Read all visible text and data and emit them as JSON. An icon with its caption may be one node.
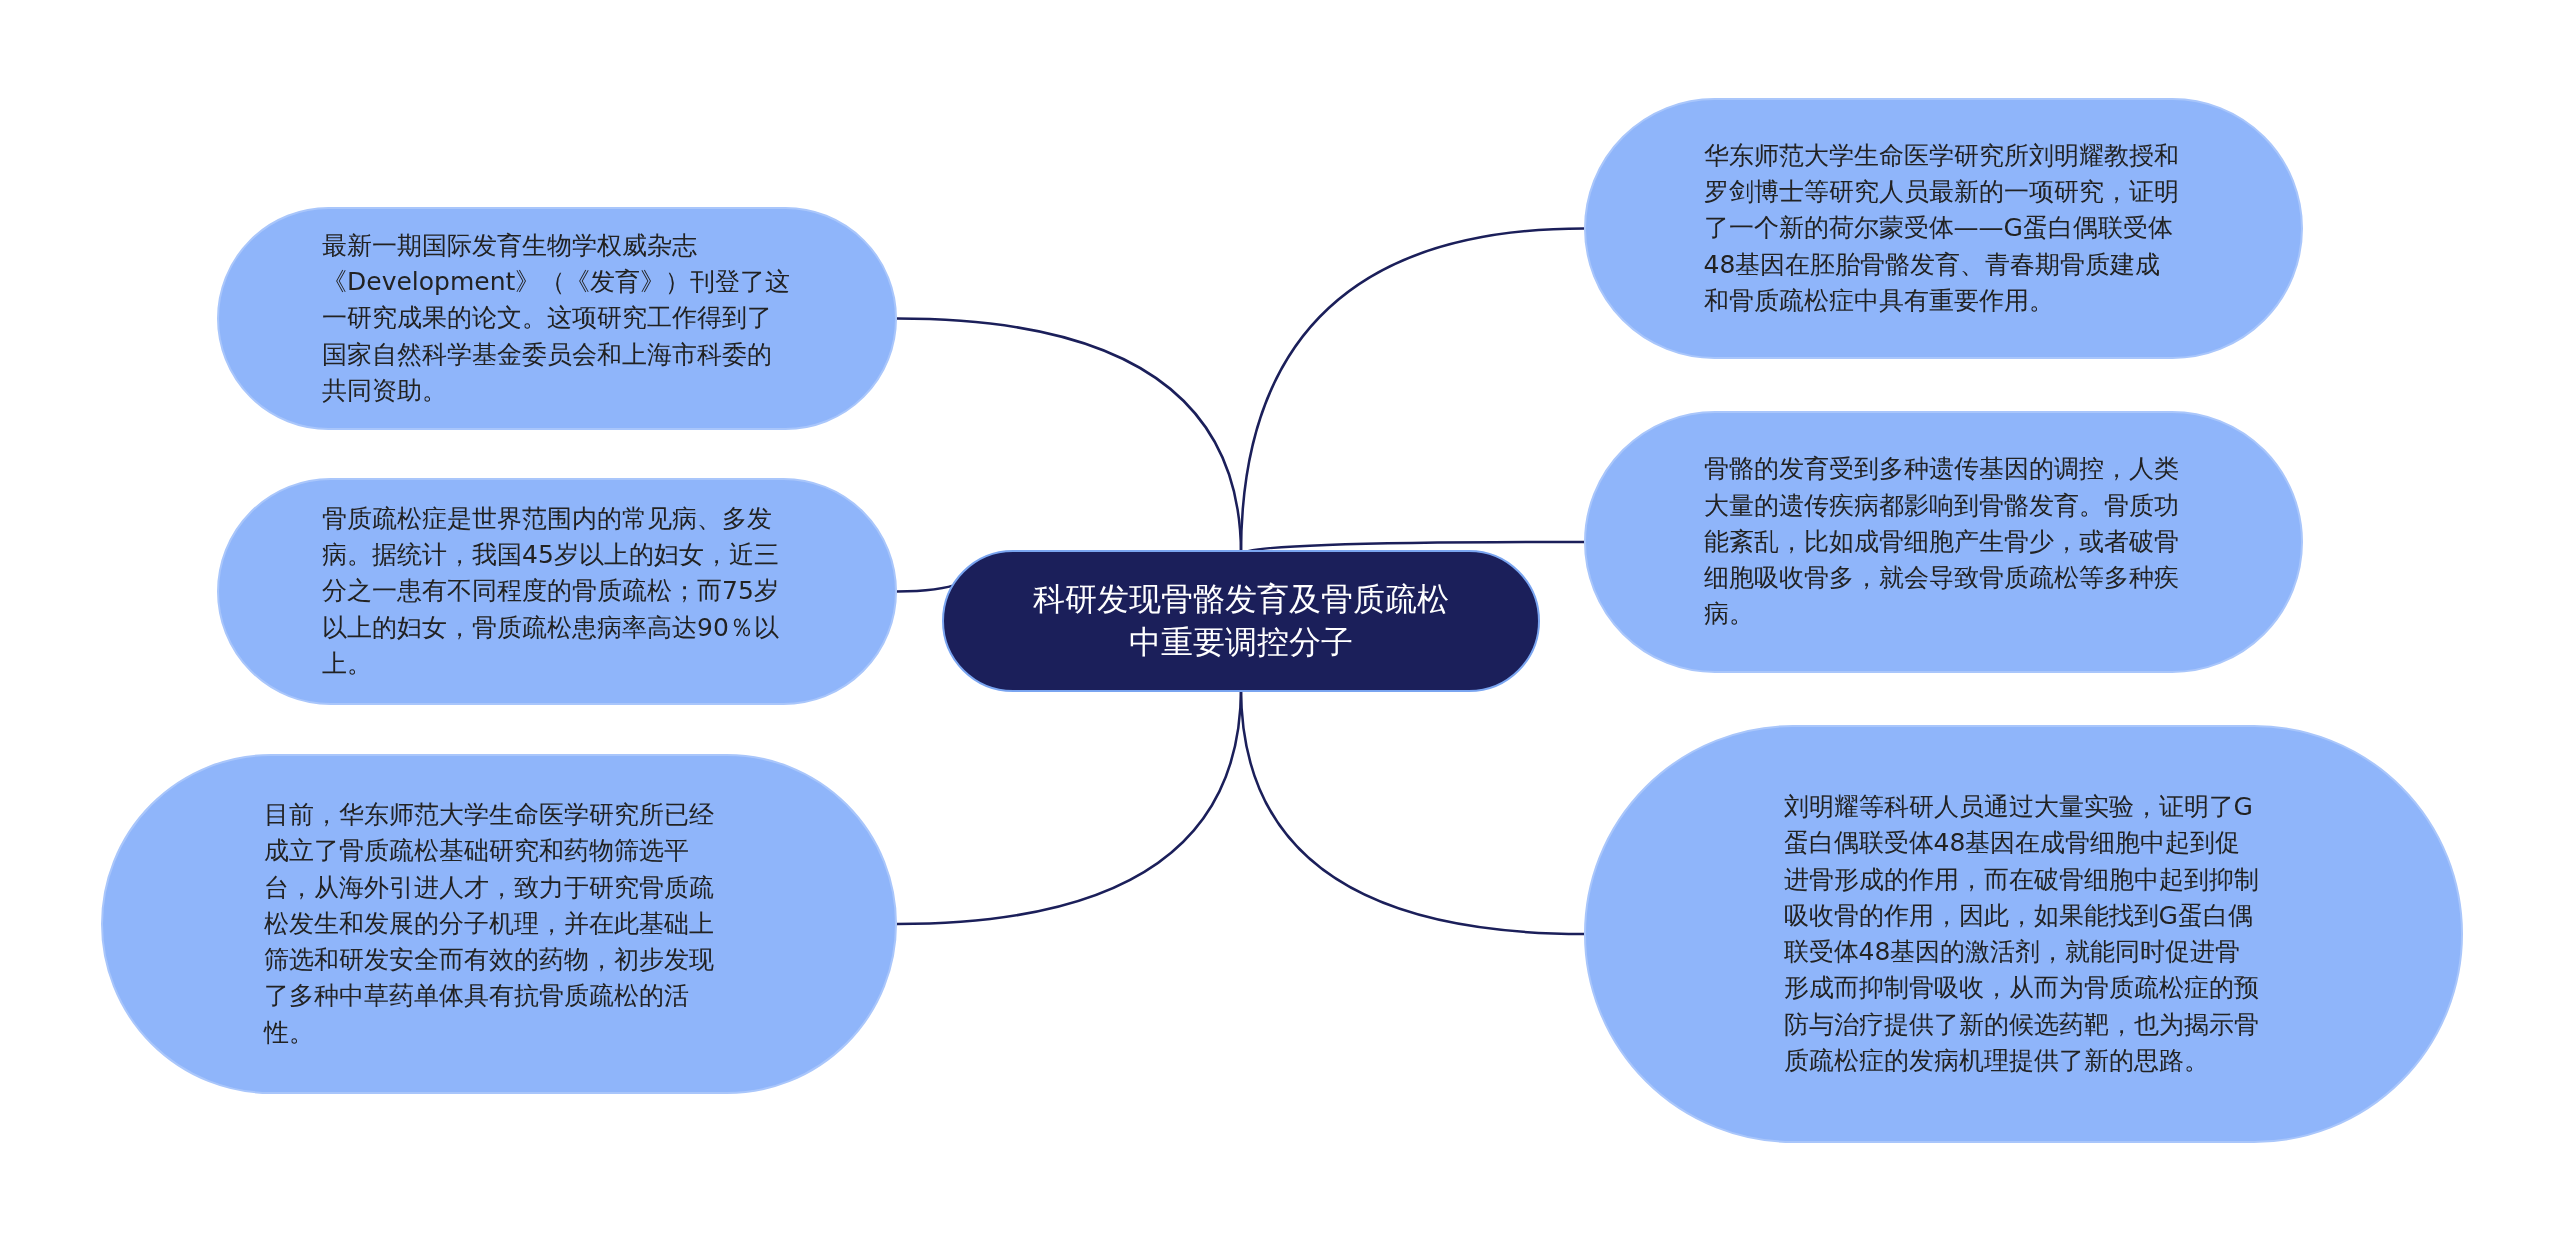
{
  "diagram": {
    "nodes": [
      {
        "text": [
          "科研发现骨骼发育及骨质疏松中重要调控分子"
        ]
      },
      {
        "text": [
          "最新一期国际发育生物学权威杂志《Development》（《发育》）刊登了这一研究成果的论文。这项研究工作得到了国家自然科学基金委员会和上海市科委的共同资助。"
        ]
      },
      {
        "text": [
          "骨质疏松症是世界范围内的常见病、多发病。据统计，我国45岁以上的妇女，近三分之一患有不同程度的骨质疏松；而75岁以上的妇女，骨质疏松患病率高达90％以上。"
        ]
      },
      {
        "text": [
          "目前，华东师范大学生命医学研究所已经成立了骨质疏松基础研究和药物筛选平台，从海外引进人才，致力于研究骨质疏松发生和发展的分子机理，并在此基础上筛选和研发安全而有效的药物，初步发现了多种中草药单体具有抗骨质疏松的活性。"
        ]
      },
      {
        "text": [
          "华东师范大学生命医学研究所刘明耀教授和罗剑博士等研究人员最新的一项研究，证明了一个新的荷尔蒙受体——G蛋白偶联受体48基因在胚胎骨骼发育、青春期骨质建成和骨质疏松症中具有重要作用。"
        ]
      },
      {
        "text": [
          "骨骼的发育受到多种遗传基因的调控，人类大量的遗传疾病都影响到骨骼发育。骨质功能紊乱，比如成骨细胞产生骨少，或者破骨细胞吸收骨多，就会导致骨质疏松等多种疾病。"
        ]
      },
      {
        "text": [
          "刘明耀等科研人员通过大量实验，证明了G蛋白偶联受体48基因在成骨细胞中起到促进骨形成的作用，而在破骨细胞中起到抑制吸收骨的作用，因此，如果能找到G蛋白偶联受体48基因的激活剂，就能同时促进骨形成而抑制骨吸收，从而为骨质疏松症的预防与治疗提供了新的候选药靶，也为揭示骨质疏松症的发病机理提供了新的思路。"
        ]
      }
    ],
    "edges": [
      {
        "from": 0,
        "to": 1,
        "arrow": "none"
      },
      {
        "from": 0,
        "to": 2,
        "arrow": "none"
      },
      {
        "from": 0,
        "to": 3,
        "arrow": "none"
      },
      {
        "from": 0,
        "to": 4,
        "arrow": "none"
      },
      {
        "from": 0,
        "to": 5,
        "arrow": "none"
      },
      {
        "from": 0,
        "to": 6,
        "arrow": "none"
      }
    ]
  }
}
